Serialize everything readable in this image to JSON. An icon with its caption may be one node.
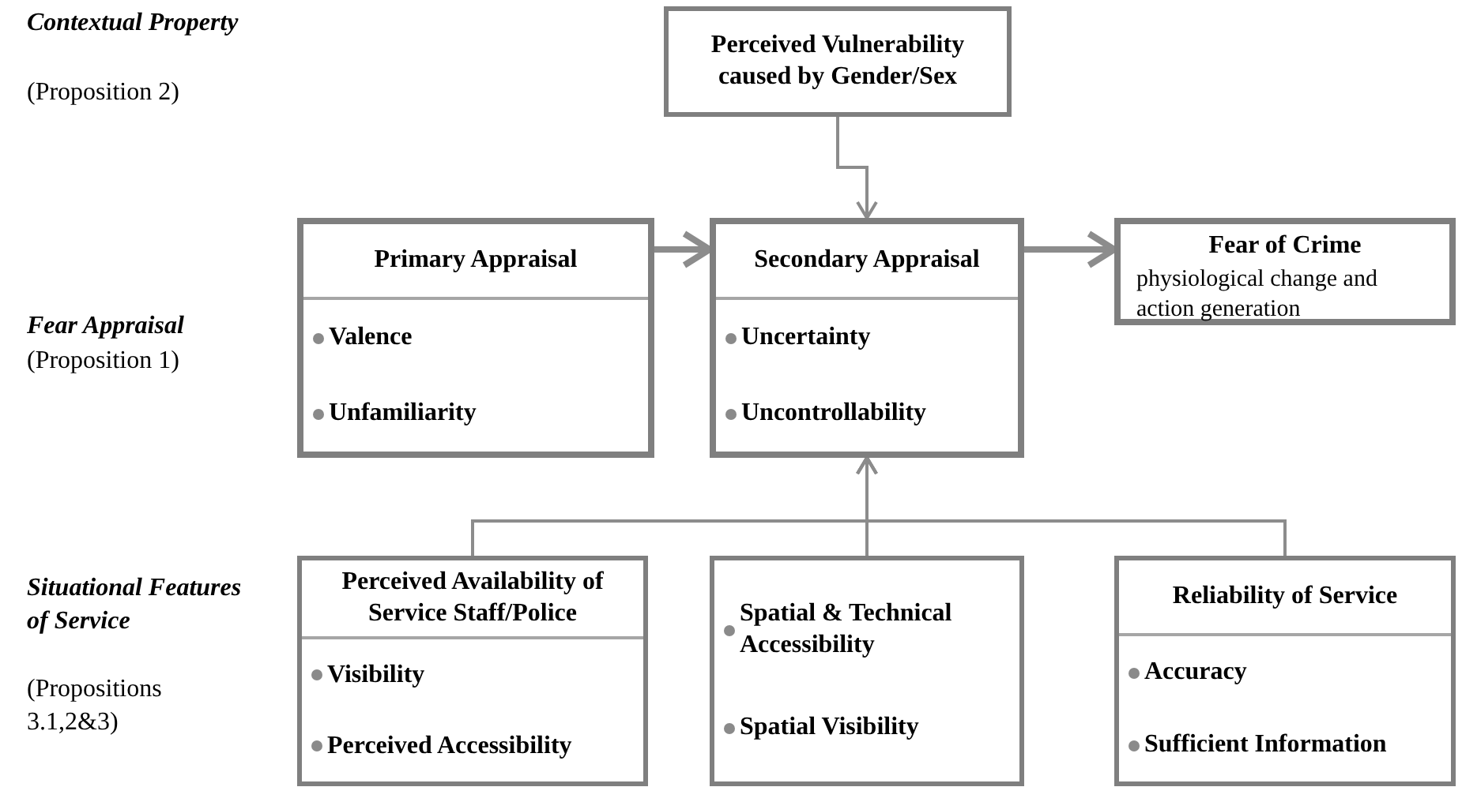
{
  "diagram": {
    "nodes": [
      {
        "text": [
          "Perceived Vulnerability caused by Gender/Sex"
        ]
      },
      {
        "text": [
          "Primary Appraisal",
          "Valence",
          "Unfamiliarity"
        ]
      },
      {
        "text": [
          "Secondary Appraisal",
          "Uncertainty",
          "Uncontrollability"
        ]
      },
      {
        "text": [
          "Fear of Crime",
          "physiological change and action generation"
        ]
      },
      {
        "text": [
          "Perceived Availability of Service Staff/Police",
          "Visibility",
          "Perceived Accessibility"
        ]
      },
      {
        "text": [
          "Spatial & Technical Accessibility",
          "Spatial Visibility"
        ]
      },
      {
        "text": [
          "Reliability of Service",
          "Accuracy",
          "Sufficient Information"
        ]
      }
    ],
    "edges": [
      {
        "from": 0,
        "to": 2,
        "arrow": "to"
      },
      {
        "from": 1,
        "to": 2,
        "arrow": "to",
        "style": "thick"
      },
      {
        "from": 2,
        "to": 3,
        "arrow": "to",
        "style": "thick"
      },
      {
        "from": 4,
        "to": 2,
        "arrow": "to"
      },
      {
        "from": 5,
        "to": 2,
        "arrow": "to"
      },
      {
        "from": 6,
        "to": 2,
        "arrow": "to"
      }
    ],
    "labels": [
      "Contextual Property",
      "(Proposition 2)",
      "Fear Appraisal",
      "(Proposition 1)",
      "Situational Features of Service",
      "(Propositions 3.1,2&3)"
    ]
  }
}
